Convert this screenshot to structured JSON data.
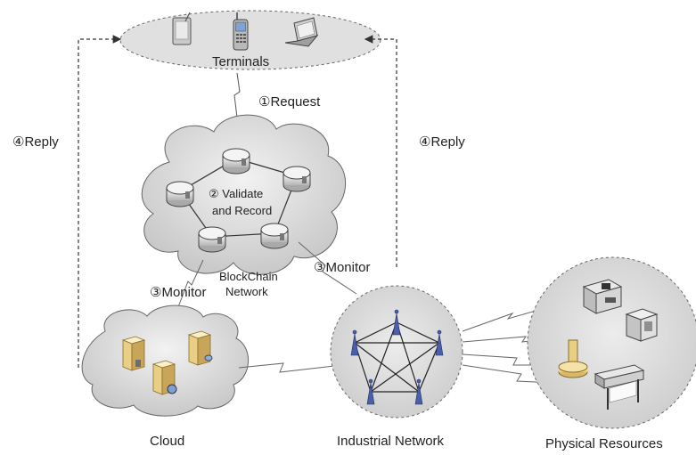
{
  "labels": {
    "terminals": "Terminals",
    "request": "①Request",
    "reply_left": "④Reply",
    "reply_right": "④Reply",
    "validate_line1": "② Validate",
    "validate_line2": "and Record",
    "blockchain_line1": "BlockChain",
    "blockchain_line2": "Network",
    "monitor_left": "③Monitor",
    "monitor_right": "③Monitor",
    "cloud": "Cloud",
    "industrial": "Industrial Network",
    "physical": "Physical Resources"
  },
  "icons": {
    "terminals": [
      "tablet-icon",
      "mobile-phone-icon",
      "laptop-icon"
    ],
    "blockchain_nodes": [
      "database-node-icon",
      "database-node-icon",
      "database-node-icon",
      "database-node-icon",
      "database-node-icon"
    ],
    "cloud_servers": [
      "server-icon",
      "server-icon",
      "server-icon"
    ],
    "industrial_nodes": [
      "antenna-icon",
      "antenna-icon",
      "antenna-icon",
      "antenna-icon",
      "antenna-icon"
    ],
    "physical": [
      "printer-icon",
      "machine-cabinet-icon",
      "valve-icon",
      "plotter-icon"
    ]
  },
  "colors": {
    "cloud_fill": "#d9d9d9",
    "circle_fill": "#dcdcdc",
    "ellipse_fill": "#e2e2e2",
    "outline": "#555555",
    "antenna": "#4a5fa8"
  }
}
